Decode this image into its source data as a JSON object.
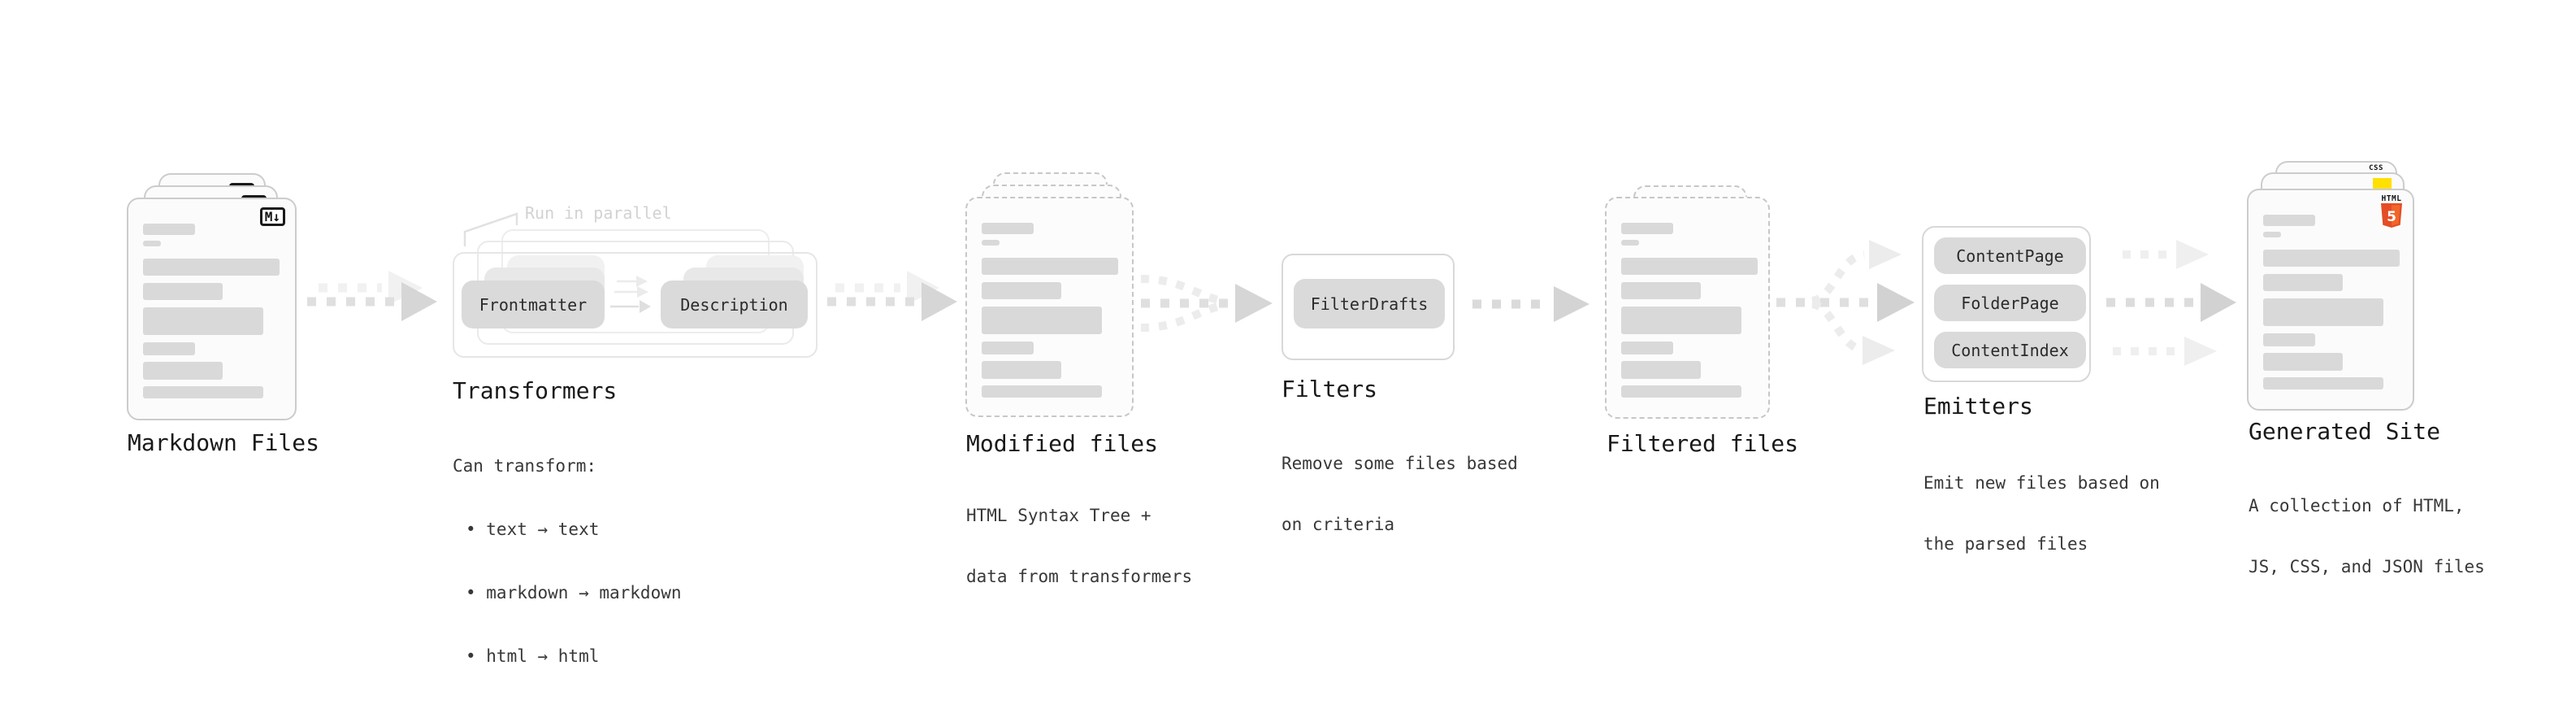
{
  "stages": {
    "markdown_files": {
      "title": "Markdown Files",
      "badge": "M↓"
    },
    "transformers": {
      "title": "Transformers",
      "annotation": "Run in parallel",
      "pills": [
        "Frontmatter",
        "Description"
      ],
      "heading": "Can transform:",
      "bullets": [
        "• text → text",
        "• markdown → markdown",
        "• html → html"
      ]
    },
    "modified_files": {
      "title": "Modified files",
      "subtitle_lines": [
        "HTML Syntax Tree +",
        "data from transformers"
      ]
    },
    "filters": {
      "title": "Filters",
      "pills": [
        "FilterDrafts"
      ],
      "subtitle_lines": [
        "Remove some files based",
        "on criteria"
      ]
    },
    "filtered_files": {
      "title": "Filtered files"
    },
    "emitters": {
      "title": "Emitters",
      "pills": [
        "ContentPage",
        "FolderPage",
        "ContentIndex"
      ],
      "subtitle_lines": [
        "Emit new files based on",
        "the parsed files"
      ]
    },
    "generated_site": {
      "title": "Generated Site",
      "subtitle_lines": [
        "A collection of HTML,",
        "JS, CSS, and JSON files"
      ],
      "badges": {
        "css_label": "CSS",
        "html_wordmark": "HTML",
        "html_number": "5"
      }
    }
  },
  "icons": {
    "markdown-icon": "M↓ boxed badge",
    "css3-icon": "CSS text with blue underline",
    "js-icon": "yellow square",
    "html5-icon": "orange HTML5 shield"
  },
  "colors": {
    "doc_border": "#cccccc",
    "content_bar": "#d9d9d9",
    "pill_gray": "#dadada",
    "arrow_gray": "#dfdfdf",
    "arrow_ghost": "#f1f1f1",
    "annotation_gray": "#d2d2d2",
    "css_blue": "#2b5ce6",
    "js_yellow": "#ffe000",
    "html5_orange": "#e44d26",
    "html5_orange_light": "#f16529"
  }
}
